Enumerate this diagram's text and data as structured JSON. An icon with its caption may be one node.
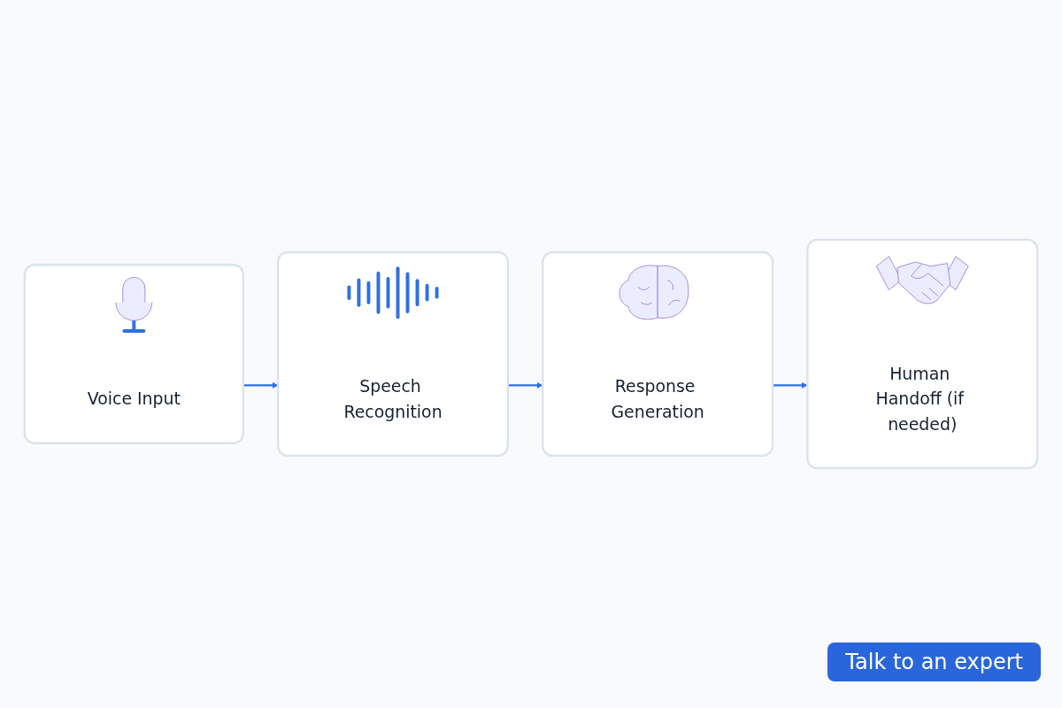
{
  "diagram": {
    "nodes": [
      {
        "text": [
          "Voice Input"
        ]
      },
      {
        "text": [
          "Speech Recognition"
        ]
      },
      {
        "text": [
          "Response Generation"
        ]
      },
      {
        "text": [
          "Human Handoff (if needed)"
        ]
      }
    ],
    "edges": [
      {
        "from": 0,
        "to": 1,
        "arrow": "to"
      },
      {
        "from": 1,
        "to": 2,
        "arrow": "to"
      },
      {
        "from": 2,
        "to": 3,
        "arrow": "to"
      }
    ],
    "labels": [
      "Talk to an expert"
    ]
  }
}
